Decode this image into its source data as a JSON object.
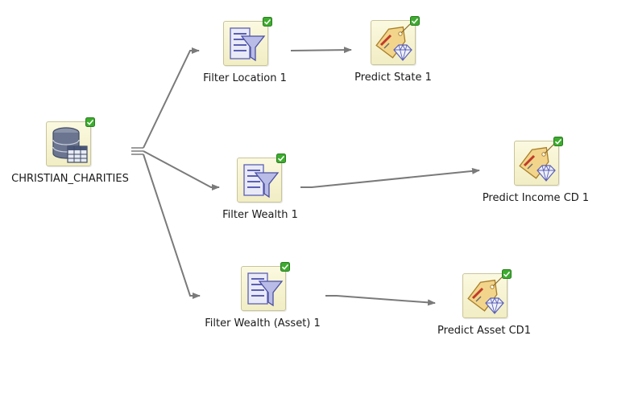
{
  "workflow": {
    "nodes": [
      {
        "id": "source",
        "label": "CHRISTIAN_CHARITIES",
        "icon": "data-source-icon",
        "status": "completed"
      },
      {
        "id": "filter1",
        "label": "Filter Location 1",
        "icon": "filter-icon",
        "status": "completed"
      },
      {
        "id": "filter2",
        "label": "Filter Wealth 1",
        "icon": "filter-icon",
        "status": "completed"
      },
      {
        "id": "filter3",
        "label": "Filter Wealth (Asset) 1",
        "icon": "filter-icon",
        "status": "completed"
      },
      {
        "id": "apply1",
        "label": "Predict State 1",
        "icon": "apply-model-icon",
        "status": "completed"
      },
      {
        "id": "apply2",
        "label": "Predict Income CD 1",
        "icon": "apply-model-icon",
        "status": "completed"
      },
      {
        "id": "apply3",
        "label": "Predict Asset CD1",
        "icon": "apply-model-icon",
        "status": "completed"
      }
    ]
  },
  "colors": {
    "connector": "#7a7a7a",
    "node_bg": "#f3efc8",
    "node_border": "#c9c49a",
    "success_check": "#3dac2e",
    "filter_icon": "#5b5fb4",
    "database_icon": "#3f4a66"
  }
}
